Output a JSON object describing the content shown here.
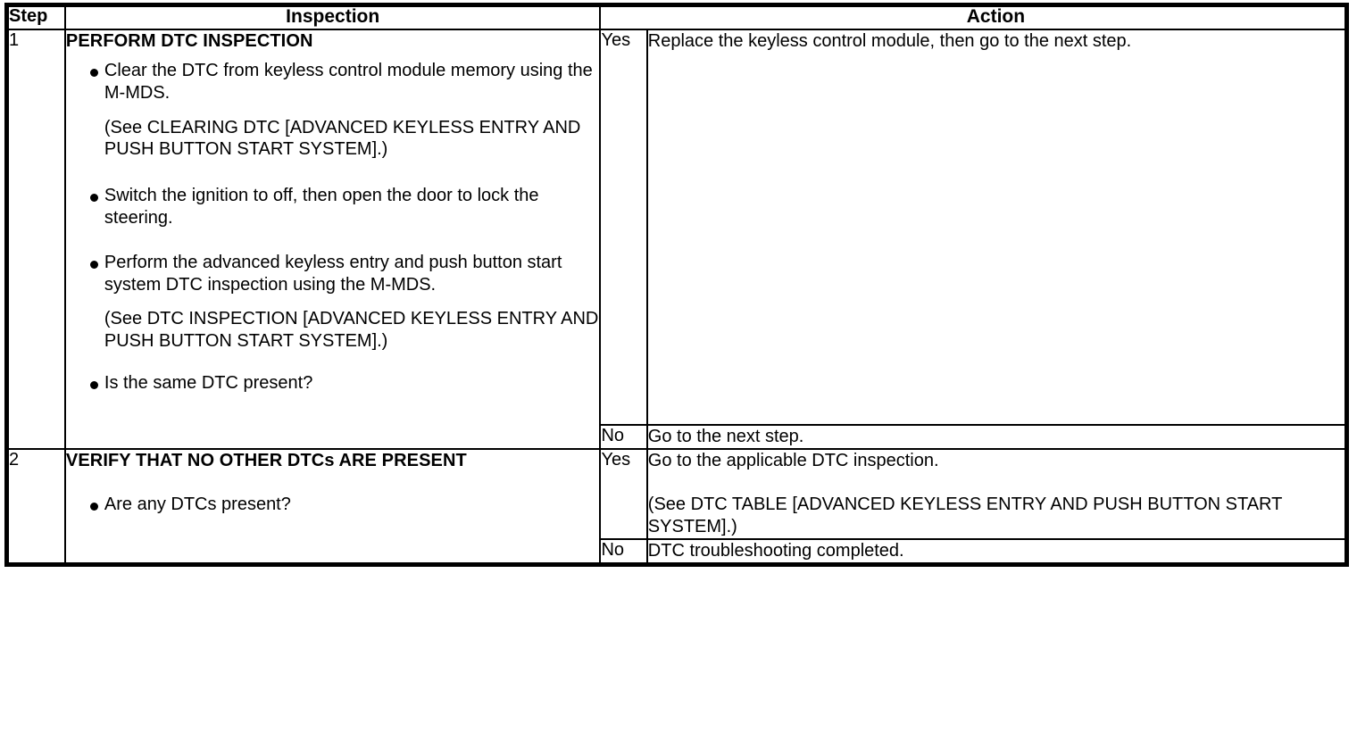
{
  "table": {
    "headers": {
      "step": "Step",
      "inspection": "Inspection",
      "action": "Action"
    },
    "rows": [
      {
        "step": "1",
        "inspection": {
          "title": "PERFORM DTC INSPECTION",
          "bullets": [
            {
              "text": "Clear the DTC from keyless control module memory using the M-MDS.",
              "note": "(See CLEARING DTC [ADVANCED KEYLESS ENTRY AND PUSH BUTTON START SYSTEM].)"
            },
            {
              "text": "Switch the ignition to off, then open the door to lock the steering.",
              "note": ""
            },
            {
              "text": "Perform the advanced keyless entry and push button start system DTC inspection using the M-MDS.",
              "note": "(See DTC INSPECTION [ADVANCED KEYLESS ENTRY AND PUSH BUTTON START SYSTEM].)"
            },
            {
              "text": "Is the same DTC present?",
              "note": ""
            }
          ]
        },
        "results": [
          {
            "label": "Yes",
            "action": "Replace the keyless control module, then go to the next step.",
            "action_note": ""
          },
          {
            "label": "No",
            "action": "Go to the next step.",
            "action_note": ""
          }
        ]
      },
      {
        "step": "2",
        "inspection": {
          "title": "VERIFY THAT NO OTHER DTCs ARE PRESENT",
          "bullets": [
            {
              "text": "Are any DTCs present?",
              "note": ""
            }
          ]
        },
        "results": [
          {
            "label": "Yes",
            "action": "Go to the applicable DTC inspection.",
            "action_note": "(See DTC TABLE [ADVANCED KEYLESS ENTRY AND PUSH BUTTON START SYSTEM].)"
          },
          {
            "label": "No",
            "action": "DTC troubleshooting completed.",
            "action_note": ""
          }
        ]
      }
    ]
  },
  "colors": {
    "border": "#000000",
    "text": "#000000",
    "background": "#ffffff"
  }
}
